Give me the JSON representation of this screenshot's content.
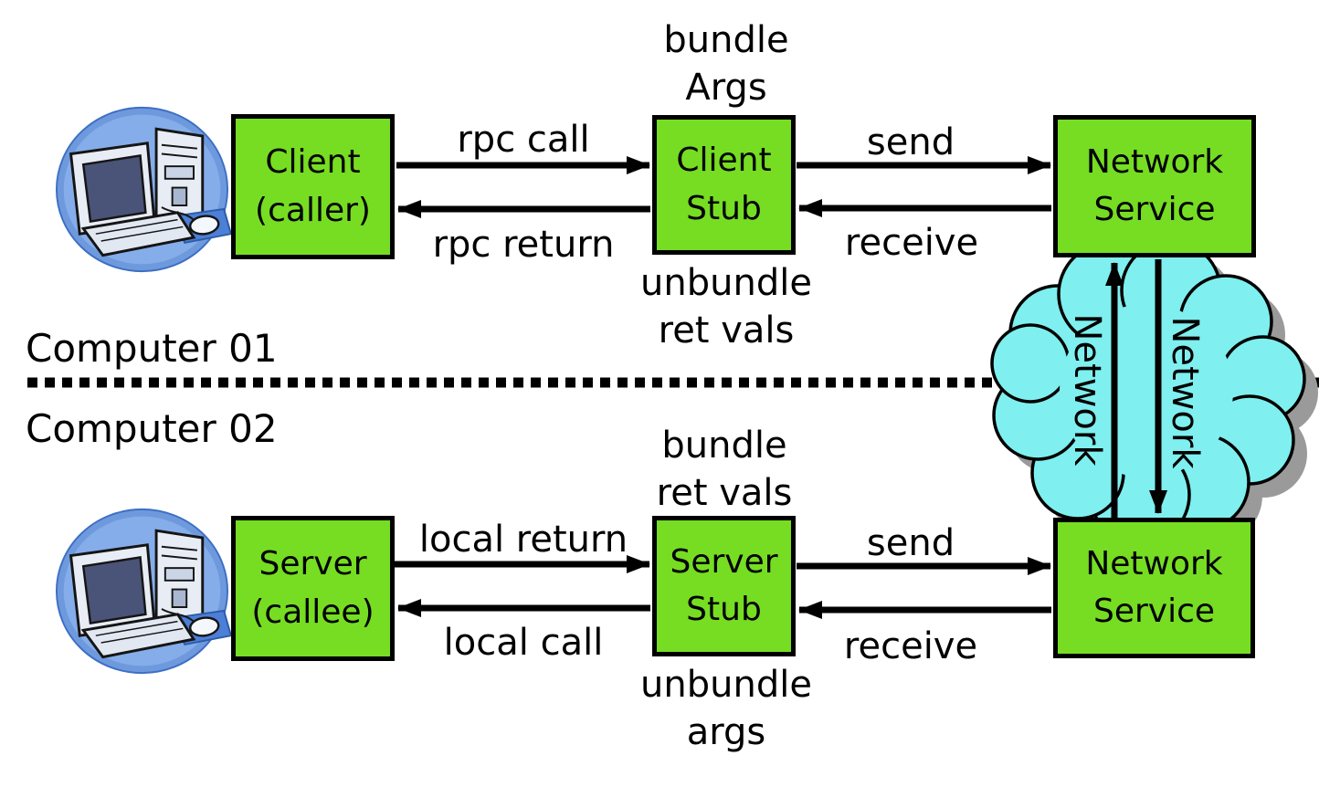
{
  "diagram": {
    "kind": "rpc-flow-diagram",
    "computer1_label": "Computer 01",
    "computer2_label": "Computer 02"
  },
  "colors": {
    "background": "#FFFFFF",
    "box-fill": "#76DD23",
    "box-border": "#000000",
    "cloud-fill": "#7FEFEF",
    "cloud-shadow": "#9A9A9A",
    "arrow": "#000000",
    "text": "#000000",
    "icon-circle": "#6E9ADD",
    "icon-hardware": "#E8EDF5",
    "icon-screen": "#4A5378",
    "icon-mousepad": "#4C7FD6"
  },
  "boxes": {
    "client": {
      "line1": "Client",
      "line2": "(caller)"
    },
    "client_stub": {
      "line1": "Client",
      "line2": "Stub"
    },
    "network_service_top": {
      "line1": "Network",
      "line2": "Service"
    },
    "server": {
      "line1": "Server",
      "line2": "(callee)"
    },
    "server_stub": {
      "line1": "Server",
      "line2": "Stub"
    },
    "network_service_bottom": {
      "line1": "Network",
      "line2": "Service"
    }
  },
  "stub_annotations": {
    "client_stub_above": {
      "line1": "bundle",
      "line2": "Args"
    },
    "client_stub_below": {
      "line1": "unbundle",
      "line2": "ret vals"
    },
    "server_stub_above": {
      "line1": "bundle",
      "line2": "ret vals"
    },
    "server_stub_below": {
      "line1": "unbundle",
      "line2": "args"
    }
  },
  "arrow_labels": {
    "rpc_call": "rpc call",
    "rpc_return": "rpc return",
    "send_top": "send",
    "receive_top": "receive",
    "local_return": "local return",
    "local_call": "local call",
    "send_bottom": "send",
    "receive_bottom": "receive",
    "network_up": "Network",
    "network_down": "Network"
  },
  "icons": {
    "computer1": "desktop-computer-icon",
    "computer2": "desktop-computer-icon",
    "cloud": "network-cloud"
  }
}
